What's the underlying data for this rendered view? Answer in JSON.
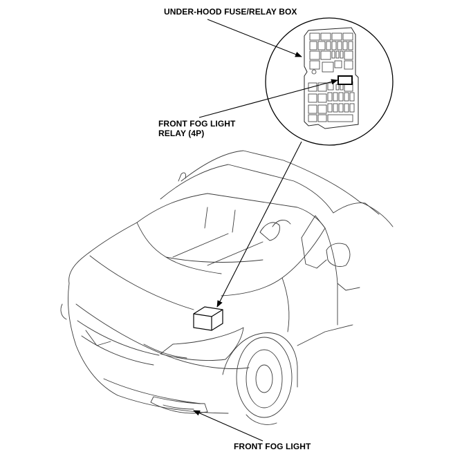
{
  "labels": {
    "fuse_box": "UNDER-HOOD FUSE/RELAY BOX",
    "relay_line1": "FRONT FOG LIGHT",
    "relay_line2": "RELAY (4P)",
    "fog_light": "FRONT FOG LIGHT"
  },
  "colors": {
    "line": "#000000",
    "thin_line": "#555555",
    "background": "#ffffff"
  }
}
